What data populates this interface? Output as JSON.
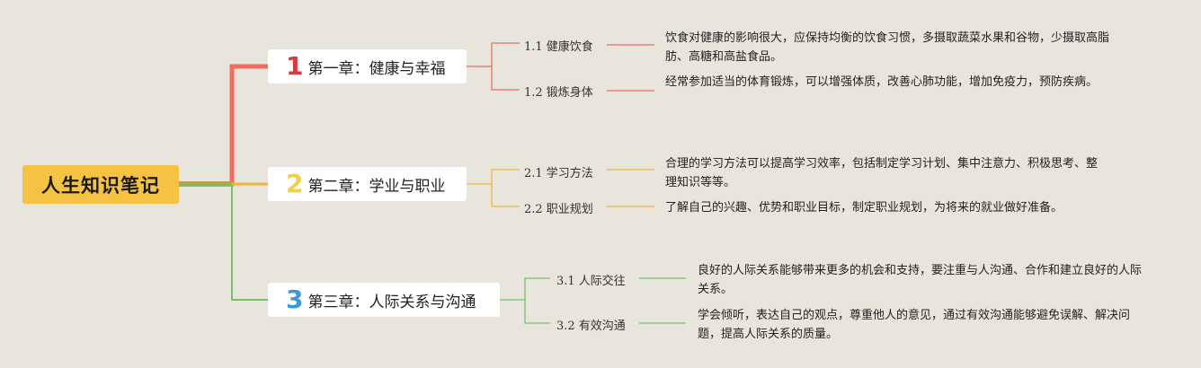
{
  "root": {
    "title": "人生知识笔记"
  },
  "colors": {
    "background": "#e8e5dd",
    "root_fill": "#f6c243",
    "chapter1": "#f26b5b",
    "chapter1_number": "#d63a43",
    "chapter2": "#f3b43c",
    "chapter2_number": "#f2cf4a",
    "chapter3": "#78c266",
    "chapter3_number": "#3a9ad9"
  },
  "chapters": [
    {
      "number": "1",
      "title": "第一章：健康与幸福",
      "sections": [
        {
          "label": "1.1 健康饮食",
          "desc": "饮食对健康的影响很大，应保持均衡的饮食习惯，多摄取蔬菜水果和谷物，少摄取高脂肪、高糖和高盐食品。"
        },
        {
          "label": "1.2 锻炼身体",
          "desc": "经常参加适当的体育锻炼，可以增强体质，改善心肺功能，增加免疫力，预防疾病。"
        }
      ]
    },
    {
      "number": "2",
      "title": "第二章：学业与职业",
      "sections": [
        {
          "label": "2.1 学习方法",
          "desc": "合理的学习方法可以提高学习效率，包括制定学习计划、集中注意力、积极思考、整理知识等等。"
        },
        {
          "label": "2.2 职业规划",
          "desc": "了解自己的兴趣、优势和职业目标，制定职业规划，为将来的就业做好准备。"
        }
      ]
    },
    {
      "number": "3",
      "title": "第三章：人际关系与沟通",
      "sections": [
        {
          "label": "3.1 人际交往",
          "desc": "良好的人际关系能够带来更多的机会和支持，要注重与人沟通、合作和建立良好的人际关系。"
        },
        {
          "label": "3.2 有效沟通",
          "desc": "学会倾听，表达自己的观点，尊重他人的意见，通过有效沟通能够避免误解、解决问题，提高人际关系的质量。"
        }
      ]
    }
  ]
}
